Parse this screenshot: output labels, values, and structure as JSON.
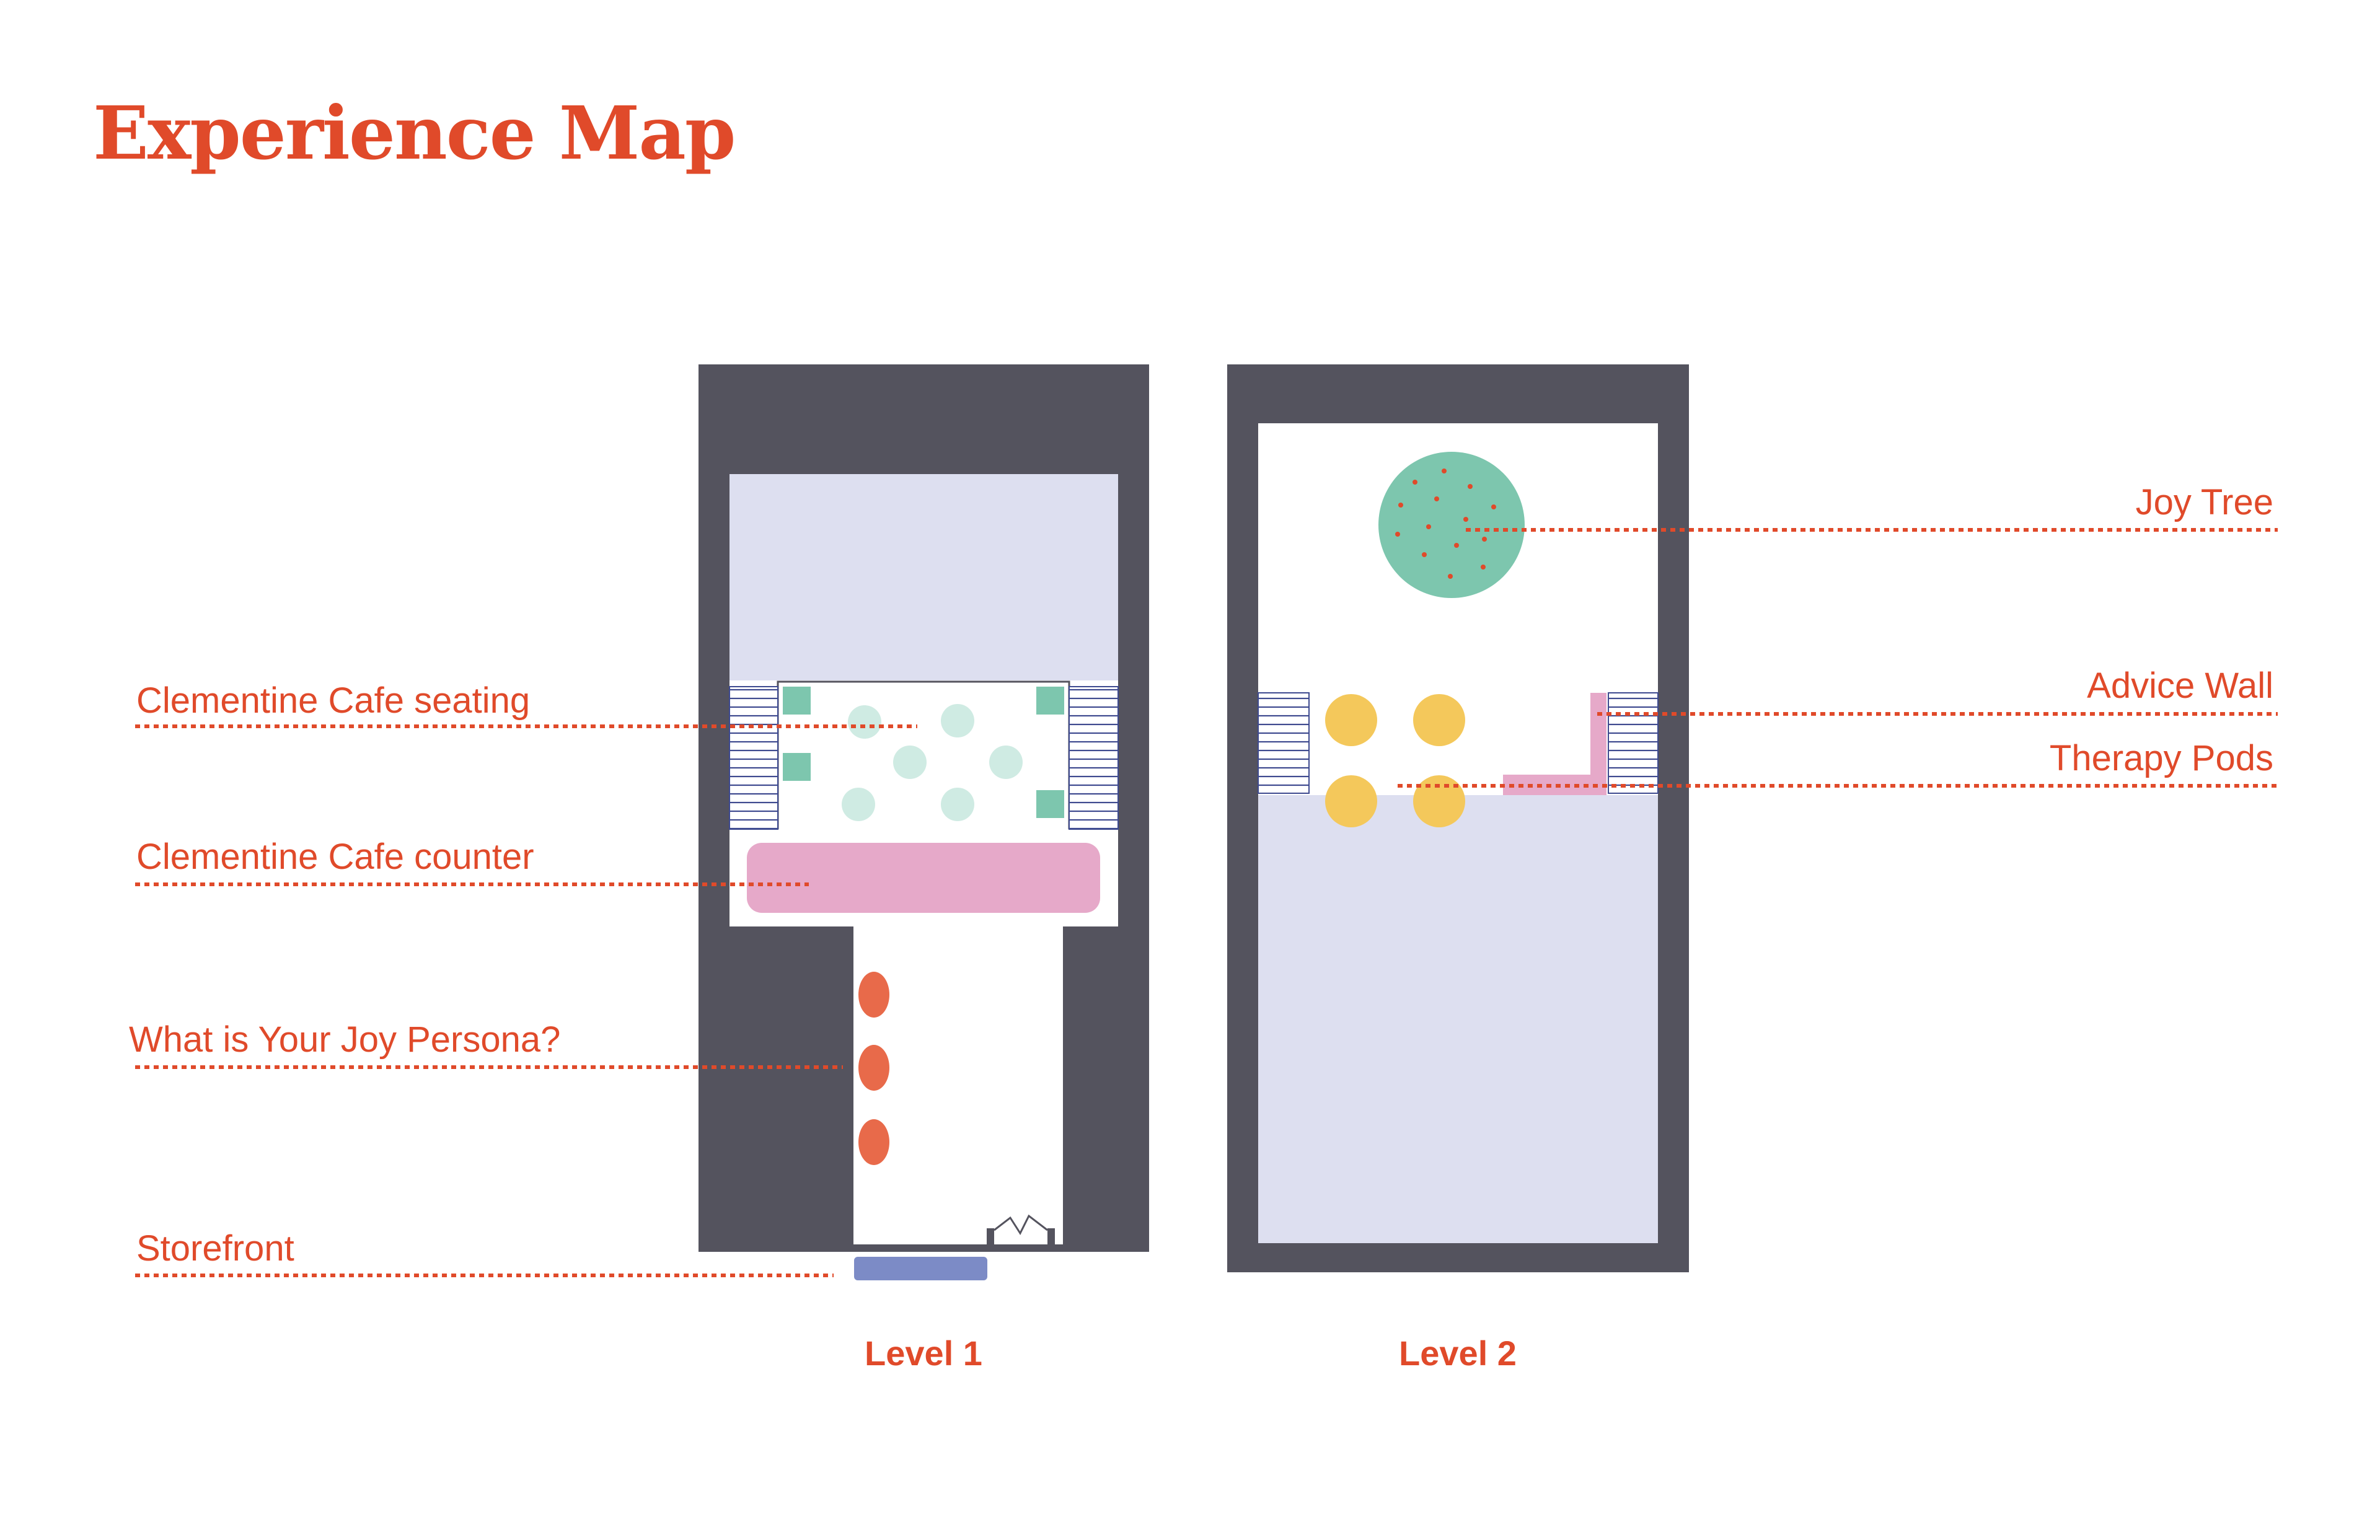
{
  "title": "Experience Map",
  "colors": {
    "accent": "#E04A2A",
    "wall": "#54535E",
    "zone": "#DDDFF0",
    "seat": "#CFEBE3",
    "table": "#7DC6AE",
    "counter": "#E6A9C9",
    "persona": "#E86A4A",
    "storefront": "#7C8BC6",
    "pod": "#F4C85B",
    "tree": "#7DC6AE",
    "stairs": "#3E4A8F"
  },
  "levels": [
    {
      "label": "Level 1"
    },
    {
      "label": "Level 2"
    }
  ],
  "callouts": {
    "cafe_seating": "Clementine Cafe seating",
    "cafe_counter": "Clementine Cafe counter",
    "joy_persona": "What is Your Joy Persona?",
    "storefront": "Storefront",
    "joy_tree": "Joy Tree",
    "advice_wall": "Advice Wall",
    "therapy_pods": "Therapy Pods"
  }
}
